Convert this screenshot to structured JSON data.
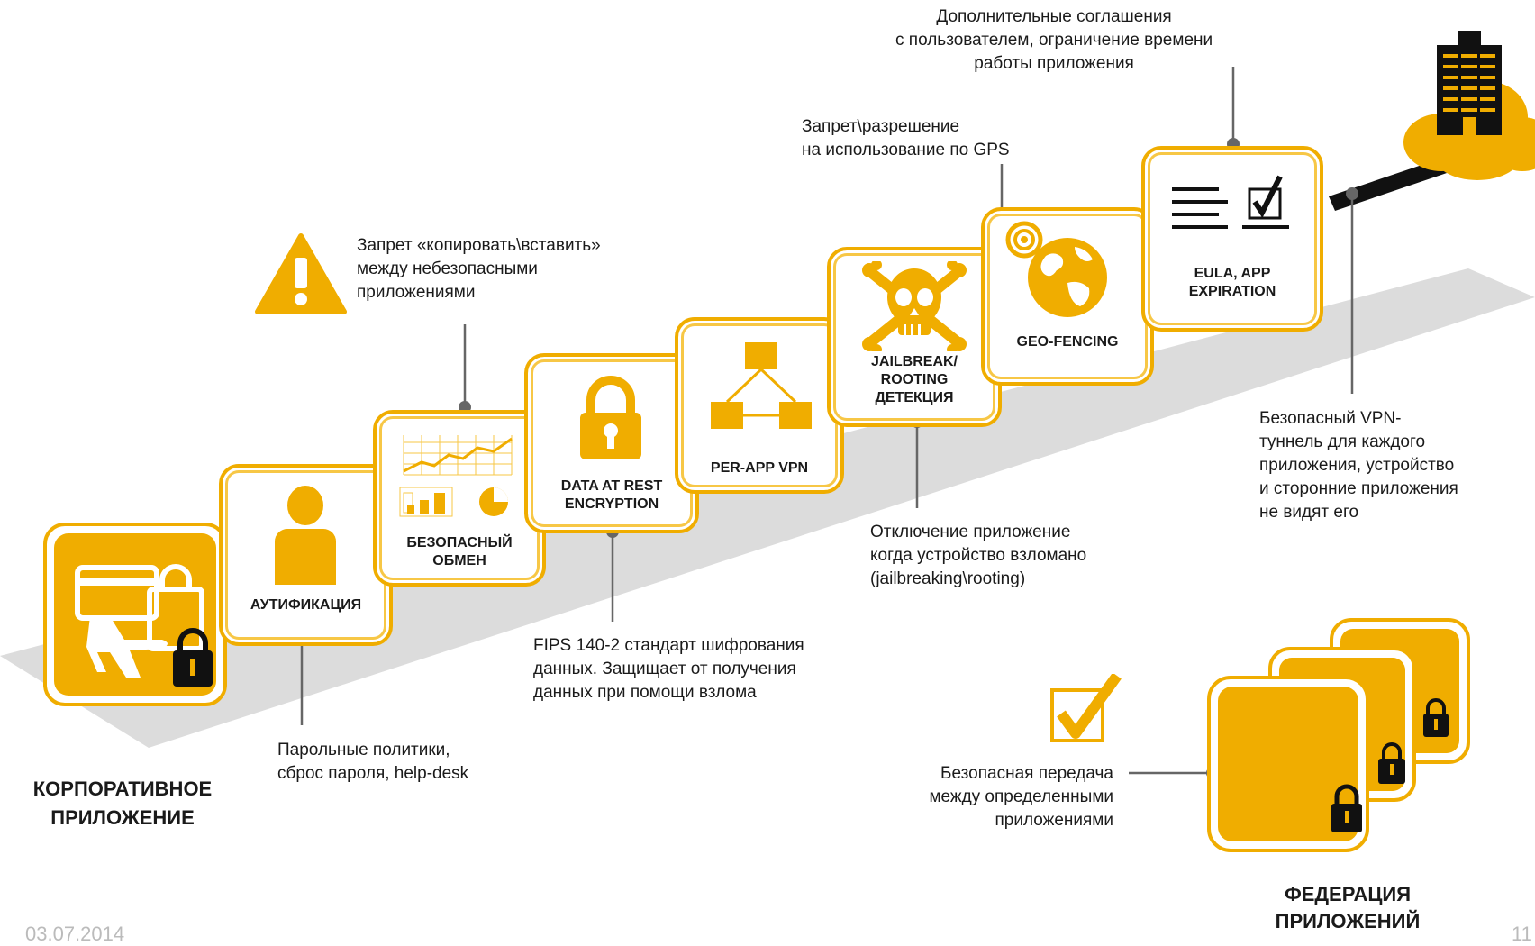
{
  "steps": [
    {
      "label": "АУТИФИКАЦИЯ",
      "icon": "person-icon"
    },
    {
      "label": "БЕЗОПАСНЫЙ\nОБМЕН",
      "icon": "charts-icon"
    },
    {
      "label": "DATA AT REST\nENCRYPTION",
      "icon": "padlock-icon"
    },
    {
      "label": "PER-APP VPN",
      "icon": "network-icon"
    },
    {
      "label": "JAILBREAK/\nROOTING\nДЕТЕКЦИЯ",
      "icon": "skull-crossbones-icon"
    },
    {
      "label": "GEO-FENCING",
      "icon": "globe-target-icon"
    },
    {
      "label": "EULA, APP\nEXPIRATION",
      "icon": "document-checkbox-icon"
    }
  ],
  "annotations": {
    "auth": "Парольные политики,\nсброс пароля, help-desk",
    "exchange": "Запрет «копировать\\вставить»\nмежду небезопасными\nприложениями",
    "encryption": "FIPS 140-2 стандарт шифрования\nданных. Защищает от получения\nданных при помощи взлома",
    "jailbreak": "Отключение приложение\nкогда устройство взломано\n(jailbreaking\\rooting)",
    "geo": "Запрет\\разрешение\nна использование по GPS",
    "eula": "Дополнительные соглашения\nс пользователем, ограничение времени\nработы приложения",
    "vpn": "Безопасный VPN-\nтуннель для каждого\nприложения, устройство\nи сторонние приложения\nне видят его",
    "federation": "Безопасная передача\nмежду определенными\nприложениями"
  },
  "corporate_app_label": "КОРПОРАТИВНОЕ\nПРИЛОЖЕНИЕ",
  "federation_label": "ФЕДЕРАЦИЯ\nПРИЛОЖЕНИЙ",
  "footer_date": "03.07.2014",
  "footer_page": "11",
  "colors": {
    "accent": "#f0ad00",
    "road": "#dcdcdc",
    "line": "#666666",
    "dark": "#111111"
  }
}
